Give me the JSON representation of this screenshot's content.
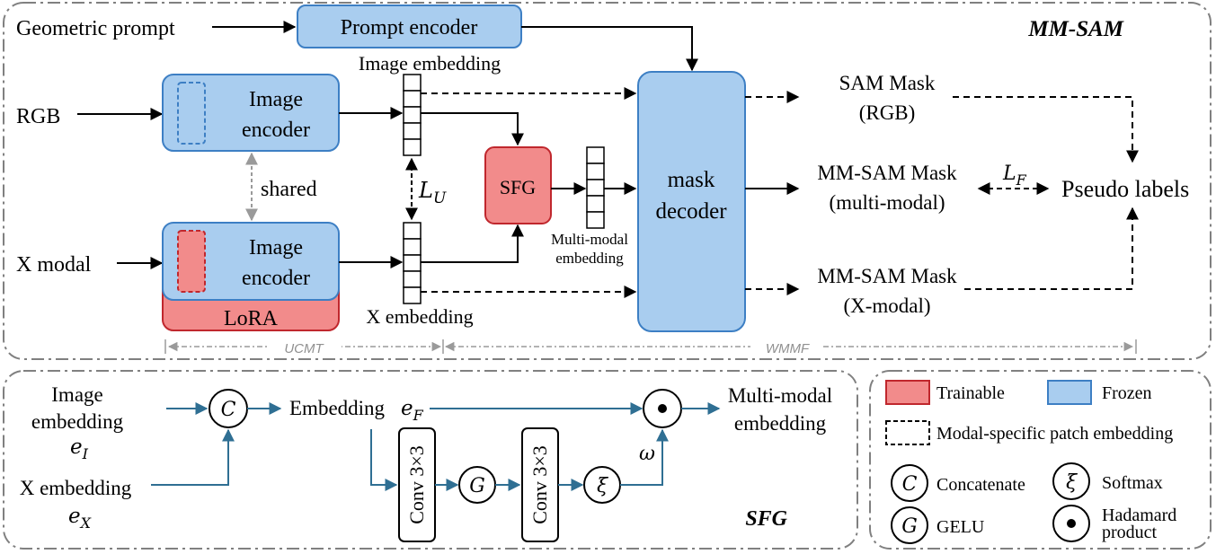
{
  "title": "MM-SAM",
  "inputs": {
    "geometric_prompt": "Geometric prompt",
    "rgb": "RGB",
    "x_modal": "X modal"
  },
  "blocks": {
    "prompt_encoder": "Prompt encoder",
    "image_encoder_rgb_line1": "Image",
    "image_encoder_rgb_line2": "encoder",
    "image_encoder_x_line1": "Image",
    "image_encoder_x_line2": "encoder",
    "lora": "LoRA",
    "shared": "shared",
    "sfg": "SFG",
    "mask_decoder_line1": "mask",
    "mask_decoder_line2": "decoder"
  },
  "embeddings": {
    "image_embedding": "Image embedding",
    "x_embedding": "X embedding",
    "multi_modal_line1": "Multi-modal",
    "multi_modal_line2": "embedding",
    "loss_u": "L",
    "loss_u_sub": "U"
  },
  "outputs": {
    "sam_mask_line1": "SAM Mask",
    "sam_mask_line2": "(RGB)",
    "mm_mask_line1": "MM-SAM Mask",
    "mm_mask_line2": "(multi-modal)",
    "x_mask_line1": "MM-SAM  Mask",
    "x_mask_line2": "(X-modal)",
    "pseudo_labels": "Pseudo labels",
    "loss_f": "L",
    "loss_f_sub": "F"
  },
  "stages": {
    "ucmt": "UCMT",
    "wmmf": "WMMF"
  },
  "sfg_panel": {
    "title": "SFG",
    "image_embedding_line1": "Image",
    "image_embedding_line2": "embedding",
    "e_i": "e",
    "e_i_sub": "I",
    "x_embedding": "X embedding",
    "e_x": "e",
    "e_x_sub": "X",
    "concat_symbol": "C",
    "embedding_label": "Embedding",
    "e_f": "e",
    "e_f_sub": "F",
    "conv1": "Conv 3×3",
    "conv2": "Conv 3×3",
    "gelu_symbol": "G",
    "softmax_symbol": "ξ",
    "omega": "ω",
    "hadamard_symbol": "•",
    "output_line1": "Multi-modal",
    "output_line2": "embedding"
  },
  "legend": {
    "trainable": "Trainable",
    "frozen": "Frozen",
    "modal_specific": "Modal-specific patch embedding",
    "concatenate_symbol": "C",
    "concatenate": "Concatenate",
    "softmax_symbol": "ξ",
    "softmax": "Softmax",
    "gelu_symbol": "G",
    "gelu": "GELU",
    "hadamard_symbol": "•",
    "hadamard_line1": "Hadamard",
    "hadamard_line2": "product"
  },
  "colors": {
    "frozen_fill": "#a9cdef",
    "frozen_stroke": "#3d7fc4",
    "trainable_fill": "#f28b8b",
    "trainable_stroke": "#c0272d",
    "sfg_line": "#2f6f93",
    "panel_border": "#808080"
  }
}
